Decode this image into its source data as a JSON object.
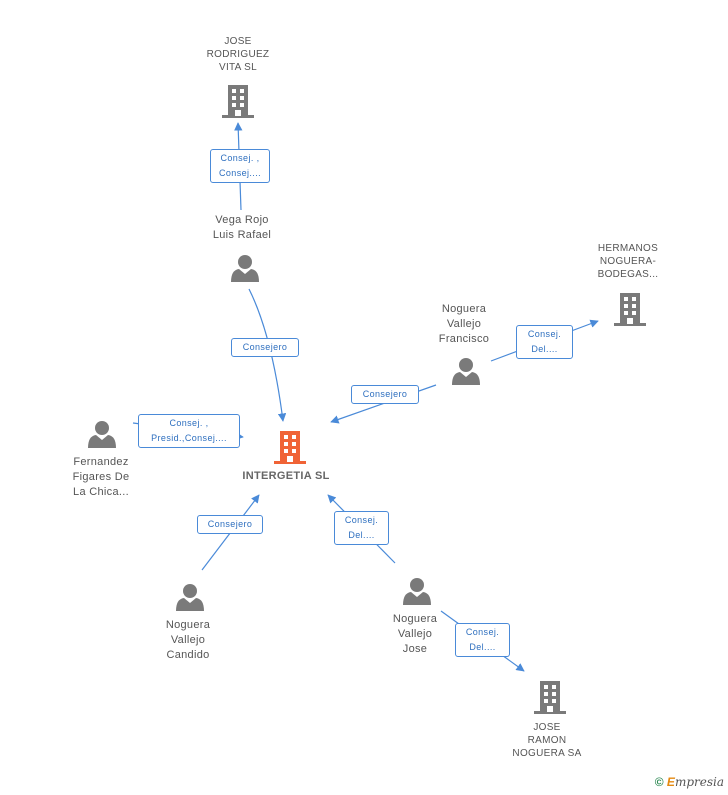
{
  "nodes": {
    "center": {
      "label": "INTERGETIA SL",
      "type": "company",
      "color": "#f06336"
    },
    "jose_rodriguez": {
      "label": "JOSE\nRODRIGUEZ\nVITA SL",
      "type": "company",
      "color": "#7a7a7a"
    },
    "vega_rojo": {
      "label": "Vega Rojo\nLuis Rafael",
      "type": "person",
      "color": "#7a7a7a"
    },
    "hermanos": {
      "label": "HERMANOS\nNOGUERA-\nBODEGAS...",
      "type": "company",
      "color": "#7a7a7a"
    },
    "noguera_francisco": {
      "label": "Noguera\nVallejo\nFrancisco",
      "type": "person",
      "color": "#7a7a7a"
    },
    "fernandez": {
      "label": "Fernandez\nFigares De\nLa Chica...",
      "type": "person",
      "color": "#7a7a7a"
    },
    "noguera_candido": {
      "label": "Noguera\nVallejo\nCandido",
      "type": "person",
      "color": "#7a7a7a"
    },
    "noguera_jose": {
      "label": "Noguera\nVallejo\nJose",
      "type": "person",
      "color": "#7a7a7a"
    },
    "jose_ramon": {
      "label": "JOSE\nRAMON\nNOGUERA SA",
      "type": "company",
      "color": "#7a7a7a"
    }
  },
  "edges": {
    "vega_to_jose_rodriguez": {
      "label": "Consej. ,\nConsej...."
    },
    "vega_to_center": {
      "label": "Consejero"
    },
    "francisco_to_hermanos": {
      "label": "Consej.\nDel...."
    },
    "francisco_to_center": {
      "label": "Consejero"
    },
    "fernandez_to_center": {
      "label": "Consej. ,\nPresid.,Consej...."
    },
    "candido_to_center": {
      "label": "Consejero"
    },
    "jose_to_center": {
      "label": "Consej.\nDel...."
    },
    "jose_to_jose_ramon": {
      "label": "Consej.\nDel...."
    }
  },
  "colors": {
    "edge": "#4a8ad8",
    "edge_text": "#2e6fbf",
    "icon": "#7a7a7a",
    "center": "#f06336"
  },
  "icons": {
    "person": "person-icon",
    "company": "building-icon"
  },
  "watermark": {
    "symbol": "©",
    "brand_initial": "E",
    "brand_rest": "mpresia"
  }
}
